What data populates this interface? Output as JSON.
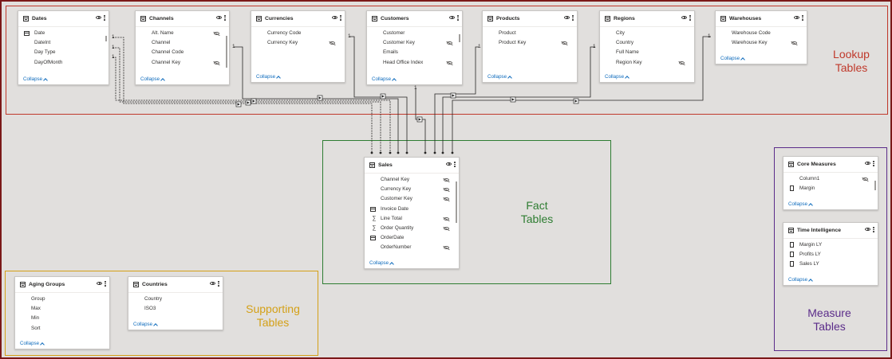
{
  "tables": [
    {
      "id": "dates",
      "name": "Dates",
      "collapse": "Collapse",
      "fields": [
        {
          "label": "Date",
          "icon": "calendar-icon"
        },
        {
          "label": "DateInt"
        },
        {
          "label": "Day Type"
        },
        {
          "label": "DayOfMonth"
        }
      ]
    },
    {
      "id": "channels",
      "name": "Channels",
      "collapse": "Collapse",
      "fields": [
        {
          "label": "Alt. Name",
          "hidden": true
        },
        {
          "label": "Channel"
        },
        {
          "label": "Channel Code"
        },
        {
          "label": "Channel Key",
          "hidden": true
        }
      ]
    },
    {
      "id": "currencies",
      "name": "Currencies",
      "collapse": "Collapse",
      "fields": [
        {
          "label": "Currency Code"
        },
        {
          "label": "Currency Key",
          "hidden": true
        }
      ]
    },
    {
      "id": "customers",
      "name": "Customers",
      "collapse": "Collapse",
      "fields": [
        {
          "label": "Customer"
        },
        {
          "label": "Customer Key",
          "hidden": true
        },
        {
          "label": "Emails"
        },
        {
          "label": "Head Office Index",
          "hidden": true
        }
      ]
    },
    {
      "id": "products",
      "name": "Products",
      "collapse": "Collapse",
      "fields": [
        {
          "label": "Product"
        },
        {
          "label": "Product Key",
          "hidden": true
        }
      ]
    },
    {
      "id": "regions",
      "name": "Regions",
      "collapse": "Collapse",
      "fields": [
        {
          "label": "City"
        },
        {
          "label": "Country"
        },
        {
          "label": "Full Name"
        },
        {
          "label": "Region Key",
          "hidden": true
        }
      ]
    },
    {
      "id": "warehouses",
      "name": "Warehouses",
      "collapse": "Collapse",
      "fields": [
        {
          "label": "Warehouse Code"
        },
        {
          "label": "Warehouse Key",
          "hidden": true
        }
      ]
    },
    {
      "id": "sales",
      "name": "Sales",
      "collapse": "Collapse",
      "fields": [
        {
          "label": "Channel Key",
          "hidden": true
        },
        {
          "label": "Currency Key",
          "hidden": true
        },
        {
          "label": "Customer Key",
          "hidden": true
        },
        {
          "label": "Invoice Date",
          "icon": "calendar-icon"
        },
        {
          "label": "Line Total",
          "icon": "sigma-icon",
          "hidden": true
        },
        {
          "label": "Order Quantity",
          "icon": "sigma-icon",
          "hidden": true
        },
        {
          "label": "OrderDate",
          "icon": "calendar-icon"
        },
        {
          "label": "OrderNumber",
          "hidden": true
        }
      ]
    },
    {
      "id": "core",
      "name": "Core Measures",
      "collapse": "Collapse",
      "fields": [
        {
          "label": "Column1",
          "hidden": true
        },
        {
          "label": "Margin",
          "icon": "calculator-icon"
        }
      ]
    },
    {
      "id": "time",
      "name": "Time Intelligence",
      "collapse": "Collapse",
      "fields": [
        {
          "label": "Margin LY",
          "icon": "calculator-icon"
        },
        {
          "label": "Profits LY",
          "icon": "calculator-icon"
        },
        {
          "label": "Sales LY",
          "icon": "calculator-icon"
        }
      ]
    },
    {
      "id": "aging",
      "name": "Aging Groups",
      "collapse": "Collapse",
      "fields": [
        {
          "label": "Group"
        },
        {
          "label": "Max"
        },
        {
          "label": "Min"
        },
        {
          "label": "Sort"
        }
      ]
    },
    {
      "id": "countries",
      "name": "Countries",
      "collapse": "Collapse",
      "fields": [
        {
          "label": "Country"
        },
        {
          "label": "ISO3"
        }
      ]
    }
  ],
  "regions": [
    {
      "id": "lookup",
      "label": "Lookup\nTables",
      "color": "#c0392b"
    },
    {
      "id": "fact",
      "label": "Fact\nTables",
      "color": "#2e7d32"
    },
    {
      "id": "supporting",
      "label": "Supporting\nTables",
      "color": "#d4a017"
    },
    {
      "id": "measure",
      "label": "Measure\nTables",
      "color": "#5b2c8a"
    }
  ],
  "relationships": [
    {
      "from": "dates",
      "to": "sales",
      "from_card": "1"
    },
    {
      "from": "dates",
      "to": "sales",
      "from_card": "1"
    },
    {
      "from": "dates",
      "to": "sales",
      "from_card": "1"
    },
    {
      "from": "channels",
      "to": "sales",
      "from_card": "1"
    },
    {
      "from": "currencies",
      "to": "sales",
      "from_card": "1"
    },
    {
      "from": "customers",
      "to": "sales",
      "from_card": "1"
    },
    {
      "from": "products",
      "to": "sales",
      "from_card": "1"
    },
    {
      "from": "regions",
      "to": "sales",
      "from_card": "1"
    },
    {
      "from": "warehouses",
      "to": "sales",
      "from_card": "1"
    }
  ]
}
